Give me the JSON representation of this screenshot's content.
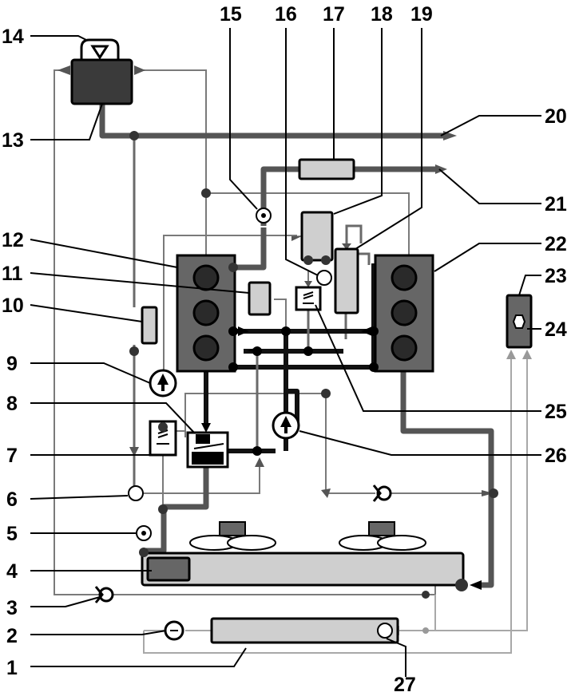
{
  "labels": {
    "n1": "1",
    "n2": "2",
    "n3": "3",
    "n4": "4",
    "n5": "5",
    "n6": "6",
    "n7": "7",
    "n8": "8",
    "n9": "9",
    "n10": "10",
    "n11": "11",
    "n12": "12",
    "n13": "13",
    "n14": "14",
    "n15": "15",
    "n16": "16",
    "n17": "17",
    "n18": "18",
    "n19": "19",
    "n20": "20",
    "n21": "21",
    "n22": "22",
    "n23": "23",
    "n24": "24",
    "n25": "25",
    "n26": "26",
    "n27": "27"
  },
  "colors": {
    "block_fill": "#666666",
    "box_fill": "#cfcfcf",
    "dark_fill": "#3a3a3a",
    "line_dark": "#111111",
    "line_grey": "#555555"
  }
}
